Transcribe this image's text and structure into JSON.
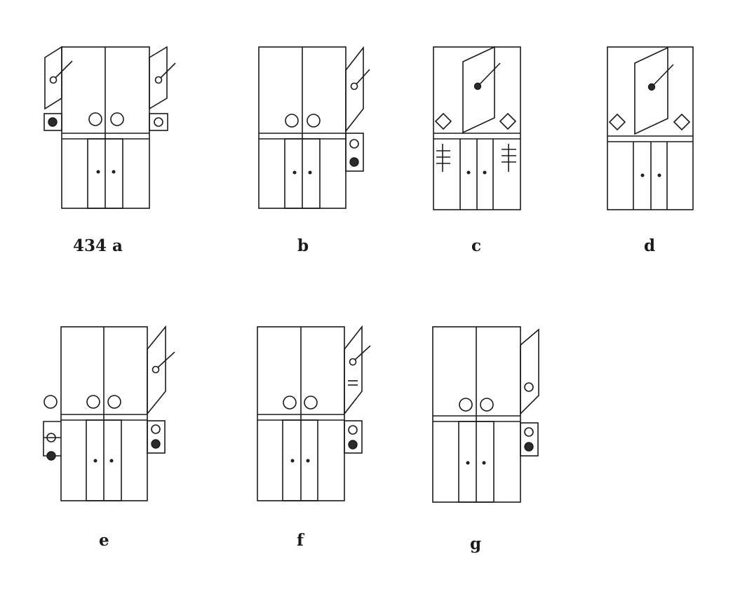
{
  "figure": {
    "panels": [
      {
        "id": "a",
        "label": "434 a"
      },
      {
        "id": "b",
        "label": "b"
      },
      {
        "id": "c",
        "label": "c"
      },
      {
        "id": "d",
        "label": "d"
      },
      {
        "id": "e",
        "label": "e"
      },
      {
        "id": "f",
        "label": "f"
      },
      {
        "id": "g",
        "label": "g"
      }
    ]
  }
}
